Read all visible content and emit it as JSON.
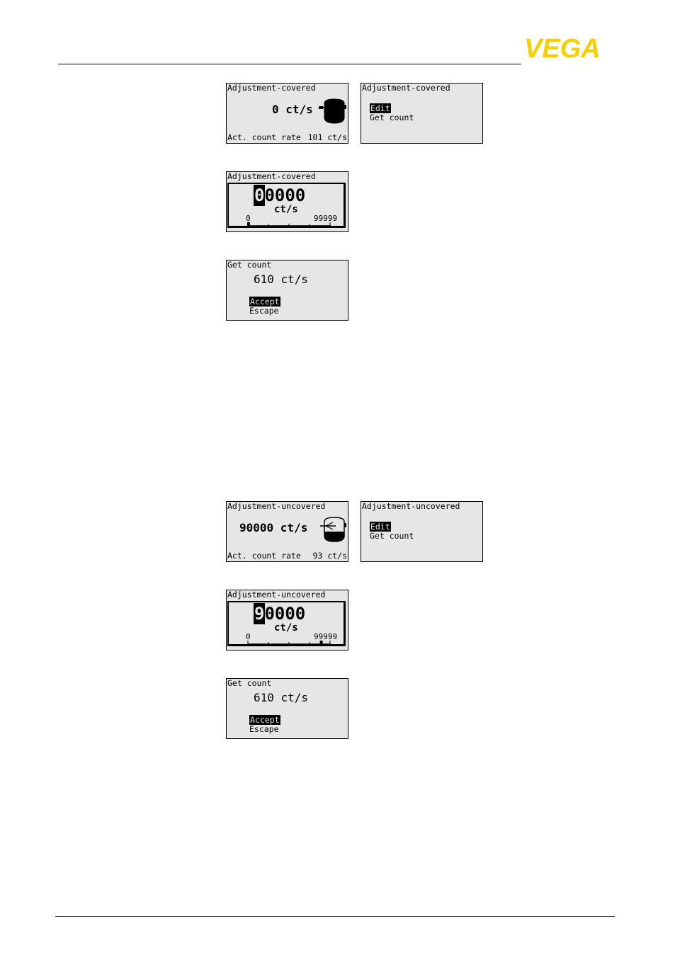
{
  "brand": {
    "logo_text": "VEGA",
    "color": "#f5d000"
  },
  "screens_covered": {
    "main": {
      "title": "Adjustment-covered",
      "value": "0 ct/s",
      "footer_label": "Act. count rate",
      "footer_value": "101 ct/s",
      "vessel_icon": "vessel-full-icon"
    },
    "menu": {
      "title": "Adjustment-covered",
      "items": [
        "Edit",
        "Get count"
      ]
    },
    "edit": {
      "title": "Adjustment-covered",
      "cursor_digit": "0",
      "rest_digits": "0000",
      "unit": "ct/s",
      "min": "0",
      "max": "99999",
      "level_fraction": 0.0
    },
    "get": {
      "title": "Get count",
      "value": "610 ct/s",
      "items": [
        "Accept",
        "Escape"
      ]
    }
  },
  "screens_uncovered": {
    "main": {
      "title": "Adjustment-uncovered",
      "value": "90000 ct/s",
      "footer_label": "Act. count rate",
      "footer_value": "93 ct/s",
      "vessel_icon": "vessel-empty-icon"
    },
    "menu": {
      "title": "Adjustment-uncovered",
      "items": [
        "Edit",
        "Get count"
      ]
    },
    "edit": {
      "title": "Adjustment-uncovered",
      "cursor_digit": "9",
      "rest_digits": "0000",
      "unit": "ct/s",
      "min": "0",
      "max": "99999",
      "level_fraction": 0.9
    },
    "get": {
      "title": "Get count",
      "value": "610 ct/s",
      "items": [
        "Accept",
        "Escape"
      ]
    }
  }
}
